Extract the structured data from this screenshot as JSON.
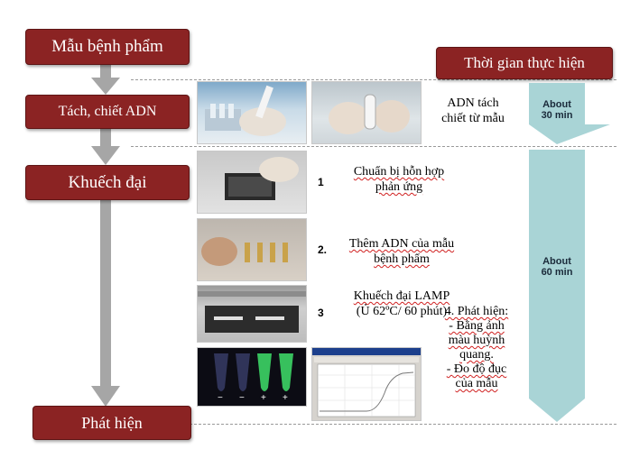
{
  "stages": {
    "sample": "Mẫu bệnh phẩm",
    "extraction": "Tách, chiết ADN",
    "amplification": "Khuếch đại",
    "detection": "Phát hiện"
  },
  "time_header": "Thời gian thực hiện",
  "time_arrows": [
    {
      "line1": "About",
      "line2": "30 min"
    },
    {
      "line1": "About",
      "line2": "60 min"
    }
  ],
  "extraction_step": {
    "line1": "ADN tách",
    "line2": "chiết từ mẫu"
  },
  "steps": [
    {
      "number": "1",
      "line1": "Chuẩn bị hỗn hợp",
      "line2": "phản ứng"
    },
    {
      "number": "2.",
      "line1": "Thêm ADN của mẫu",
      "line2": "bệnh phẩm"
    },
    {
      "number": "3",
      "line1": "Khuếch đại LAMP",
      "line2": "(Ủ 62ºC/ 60 phút)"
    }
  ],
  "detection_step": {
    "line1": "4. Phát hiện:",
    "line2": "- Bằng ảnh",
    "line3": "màu huỳnh",
    "line4": "quang.",
    "line5": "- Đo độ đục",
    "line6": "của mẫu"
  },
  "tube_signs": [
    "−",
    "−",
    "+",
    "+"
  ],
  "colors": {
    "stage_box": "#8b2323",
    "time_arrow": "#a9d4d6",
    "flow_arrow": "#a6a6a6",
    "fluorescence": "#3fe06a"
  }
}
